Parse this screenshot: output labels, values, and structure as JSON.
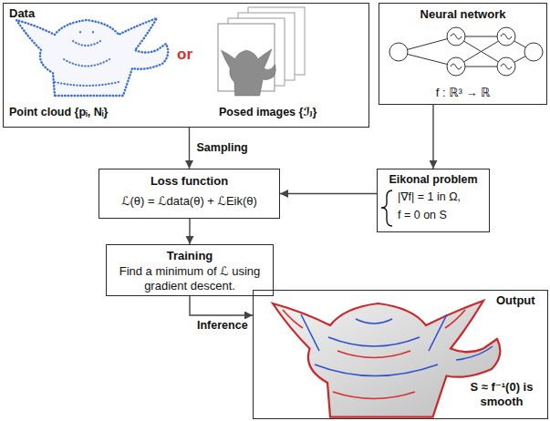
{
  "diagram": {
    "nodes": [
      {
        "text": [
          "Data",
          "Point cloud {pᵢ, Nᵢ}",
          "or",
          "Posed images {ℐⱼ}"
        ]
      },
      {
        "text": [
          "Neural network",
          "f : ℝ³ → ℝ"
        ]
      },
      {
        "text": [
          "Loss function",
          "ℒ(θ) = ℒdata(θ) + ℒEik(θ)"
        ]
      },
      {
        "text": [
          "Eikonal problem",
          "|∇f| = 1 in Ω,",
          "f = 0 on S"
        ]
      },
      {
        "text": [
          "Training",
          "Find a minimum of ℒ using gradient descent."
        ]
      },
      {
        "text": [
          "Output",
          "S ≈ f⁻¹(0) is smooth"
        ]
      }
    ],
    "edges": [
      {
        "from": 0,
        "to": 2,
        "arrow": "to",
        "label": "Sampling"
      },
      {
        "from": 1,
        "to": 3,
        "arrow": "to"
      },
      {
        "from": 3,
        "to": 2,
        "arrow": "to"
      },
      {
        "from": 2,
        "to": 4,
        "arrow": "to"
      },
      {
        "from": 4,
        "to": 5,
        "arrow": "to",
        "label": "Inference"
      }
    ]
  }
}
